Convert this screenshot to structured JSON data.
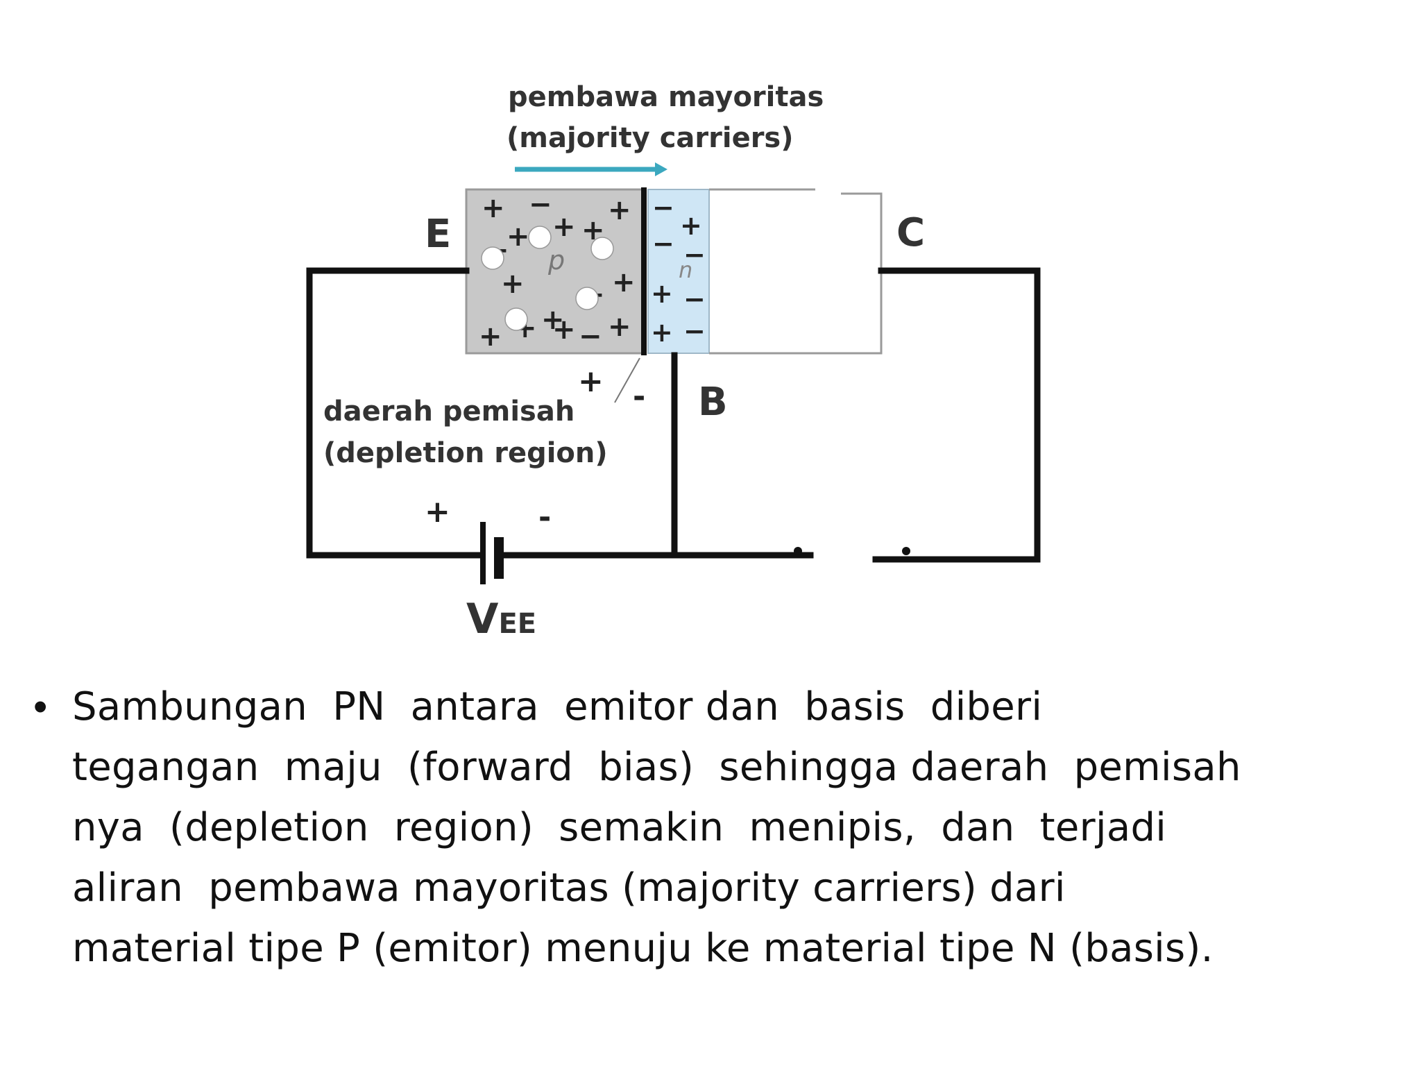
{
  "diagram": {
    "majority_label_line1": "pembawa mayoritas",
    "majority_label_line2": "(majority carriers)",
    "emitter_label": "E",
    "collector_label": "C",
    "base_label": "B",
    "p_region_label": "p",
    "n_region_label": "n",
    "depletion_plus": "+",
    "depletion_minus": "-",
    "depletion_label_line1": "daerah pemisah",
    "depletion_label_line2": "(depletion region)",
    "battery_plus": "+",
    "battery_minus": "-",
    "battery_label_main": "V",
    "battery_label_sub": "EE",
    "p_charges": [
      "+",
      "−",
      "+",
      "+",
      "−",
      "+",
      "+",
      "+",
      "−",
      "+",
      "+",
      "+",
      "−",
      "+",
      "+",
      "+"
    ],
    "n_charges": [
      "−",
      "+",
      "−",
      "−",
      "+",
      "−",
      "+",
      "−"
    ],
    "colors": {
      "arrow": "#3ba8bf",
      "p_region": "#c8c8c8",
      "n_region": "#cfe6f5",
      "wire": "#111111",
      "label": "#333333"
    }
  },
  "bullet": {
    "symbol": "•",
    "lines": [
      "Sambungan  PN  antara  emitor dan  basis  diberi",
      "tegangan  maju  (forward  bias)  sehingga daerah  pemisah",
      "nya  (depletion  region)  semakin  menipis,  dan  terjadi",
      "aliran  pembawa mayoritas (majority carriers) dari",
      "material tipe P (emitor) menuju ke material tipe N (basis)."
    ]
  }
}
